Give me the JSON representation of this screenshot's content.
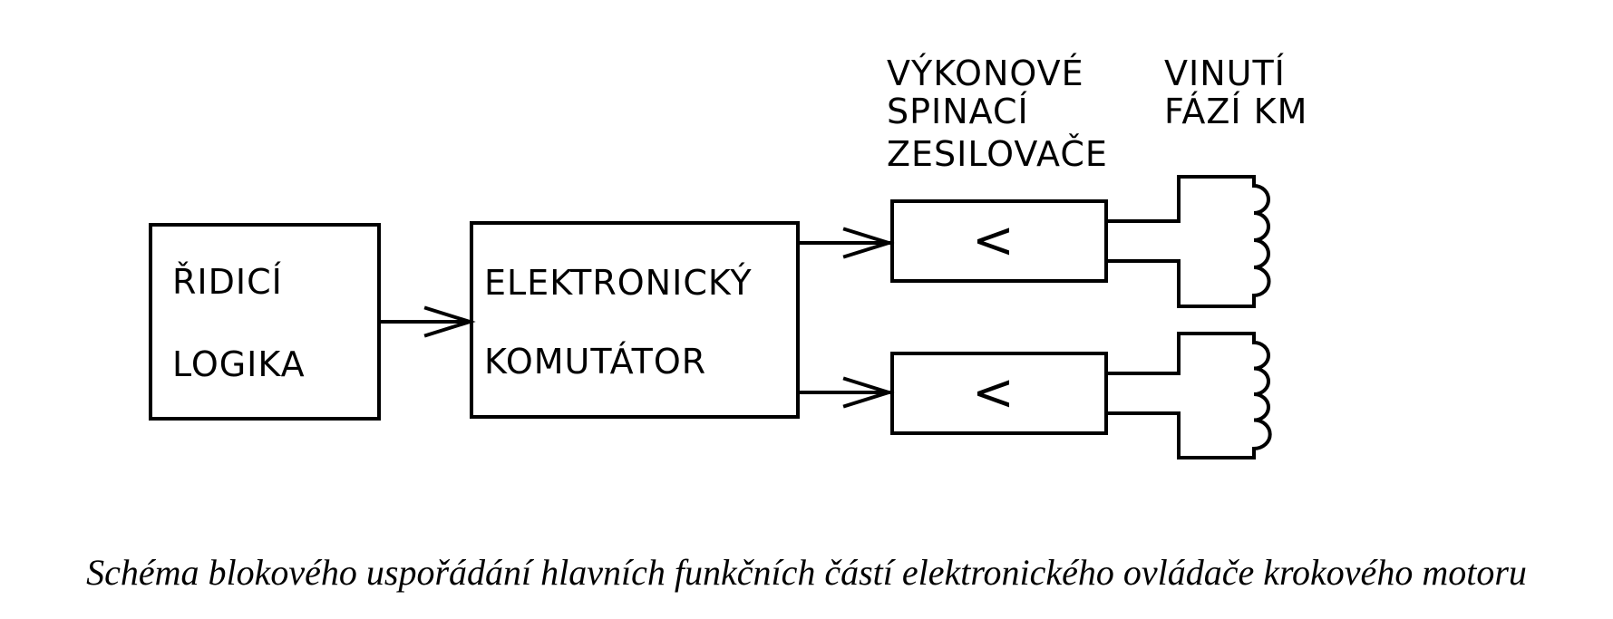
{
  "blocks": {
    "logic": {
      "line1": "ŘIDICÍ",
      "line2": "LOGIKA"
    },
    "commutator": {
      "line1": "ELEKTRONICKÝ",
      "line2": "KOMUTÁTOR"
    },
    "amplifier_symbol": "<"
  },
  "labels": {
    "amplifiers": {
      "line1": "VÝKONOVÉ",
      "line2": "SPINACÍ",
      "line3": "ZESILOVAČE"
    },
    "windings": {
      "line1": "VINUTÍ",
      "line2": "FÁZÍ KM"
    }
  },
  "caption": "Schéma blokového uspořádání hlavních funkčních částí elektronického ovládače krokového motoru"
}
